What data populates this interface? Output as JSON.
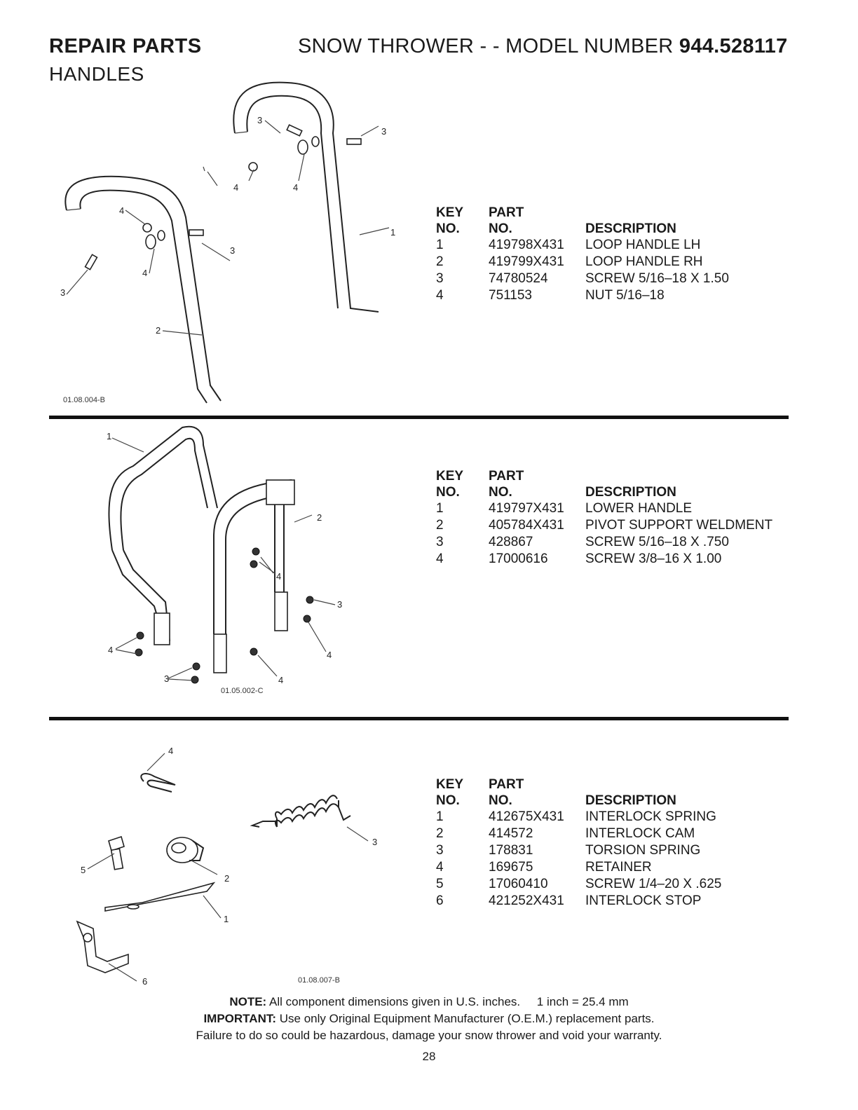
{
  "header": {
    "title": "REPAIR PARTS",
    "subtitle_prefix": "SNOW THROWER - - MODEL NUMBER",
    "model": "944.528117",
    "section": "HANDLES"
  },
  "table_headers": {
    "key_line1": "KEY",
    "key_line2": "NO.",
    "part_line1": "PART",
    "part_line2": "NO.",
    "description": "DESCRIPTION"
  },
  "sections": [
    {
      "figure_code": "01.08.004-B",
      "callouts": [
        "1",
        "2",
        "3",
        "3",
        "3",
        "3",
        "4",
        "4",
        "4",
        "4"
      ],
      "rows": [
        {
          "key": "1",
          "part": "419798X431",
          "description": "LOOP HANDLE LH"
        },
        {
          "key": "2",
          "part": "419799X431",
          "description": "LOOP HANDLE RH"
        },
        {
          "key": "3",
          "part": "74780524",
          "description": "SCREW 5/16–18 X 1.50"
        },
        {
          "key": "4",
          "part": "751153",
          "description": "NUT 5/16–18"
        }
      ]
    },
    {
      "figure_code": "01.05.002-C",
      "callouts": [
        "1",
        "2",
        "3",
        "3",
        "4",
        "4",
        "4",
        "4"
      ],
      "rows": [
        {
          "key": "1",
          "part": "419797X431",
          "description": "LOWER HANDLE"
        },
        {
          "key": "2",
          "part": "405784X431",
          "description": "PIVOT SUPPORT WELDMENT"
        },
        {
          "key": "3",
          "part": "428867",
          "description": "SCREW 5/16–18 X .750"
        },
        {
          "key": "4",
          "part": "17000616",
          "description": "SCREW 3/8–16 X 1.00"
        }
      ]
    },
    {
      "figure_code": "01.08.007-B",
      "callouts": [
        "1",
        "2",
        "3",
        "4",
        "5",
        "6"
      ],
      "rows": [
        {
          "key": "1",
          "part": "412675X431",
          "description": "INTERLOCK SPRING"
        },
        {
          "key": "2",
          "part": "414572",
          "description": "INTERLOCK CAM"
        },
        {
          "key": "3",
          "part": "178831",
          "description": "TORSION SPRING"
        },
        {
          "key": "4",
          "part": "169675",
          "description": "RETAINER"
        },
        {
          "key": "5",
          "part": "17060410",
          "description": "SCREW 1/4–20 X .625"
        },
        {
          "key": "6",
          "part": "421252X431",
          "description": "INTERLOCK STOP"
        }
      ]
    }
  ],
  "footer": {
    "note_label": "NOTE:",
    "note_text": "All component dimensions given in U.S. inches.",
    "conversion": "1 inch = 25.4 mm",
    "important_label": "IMPORTANT:",
    "important_text": "Use only Original Equipment Manufacturer (O.E.M.) replacement parts.",
    "warning": "Failure to do so could be hazardous, damage your snow thrower and void your warranty.",
    "page_number": "28"
  }
}
